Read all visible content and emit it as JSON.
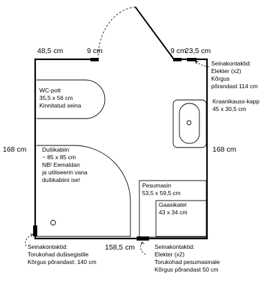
{
  "dimensions": {
    "top_left": "48,5 cm",
    "top_door_left": "9 cm",
    "top_door_right": "9 cm",
    "top_right": "23,5 cm",
    "left": "168 cm",
    "right": "168 cm",
    "bottom": "158,5 cm"
  },
  "fixtures": {
    "wc": {
      "lines": [
        "WC-pott",
        "35,5 x 56 cm",
        "Kinnitatud seina"
      ]
    },
    "shower": {
      "lines": [
        "Dušikabiin",
        "~ 85 x 85 cm",
        "",
        "NB! Eemaldan",
        "ja utiliseerin vana",
        "dušikabiini ise!"
      ]
    },
    "sink_cabinet": {
      "lines": [
        "Kraanikauss-kapp",
        "45 x 30,5 cm"
      ]
    },
    "washer": {
      "lines": [
        "Pesumasin",
        "53,5 x 59,5 cm"
      ]
    },
    "boiler": {
      "lines": [
        "Gaasikatel",
        "43 x 34 cm"
      ]
    }
  },
  "annotations": {
    "top_right": [
      "Seinakontaktid:",
      "Elekter (x2)",
      "Kõrgus",
      "põrandast 114 cm"
    ],
    "bottom_left": [
      "Seinakontaktid:",
      "Torukohad dušisegistile",
      "Kõrgus põrandast: 140 cm"
    ],
    "bottom_right": [
      "Seinakontaktid:",
      "Elekter (x2)",
      "Torukohad pesumasinale",
      "Kõrgus põrandast 50 cm"
    ]
  }
}
